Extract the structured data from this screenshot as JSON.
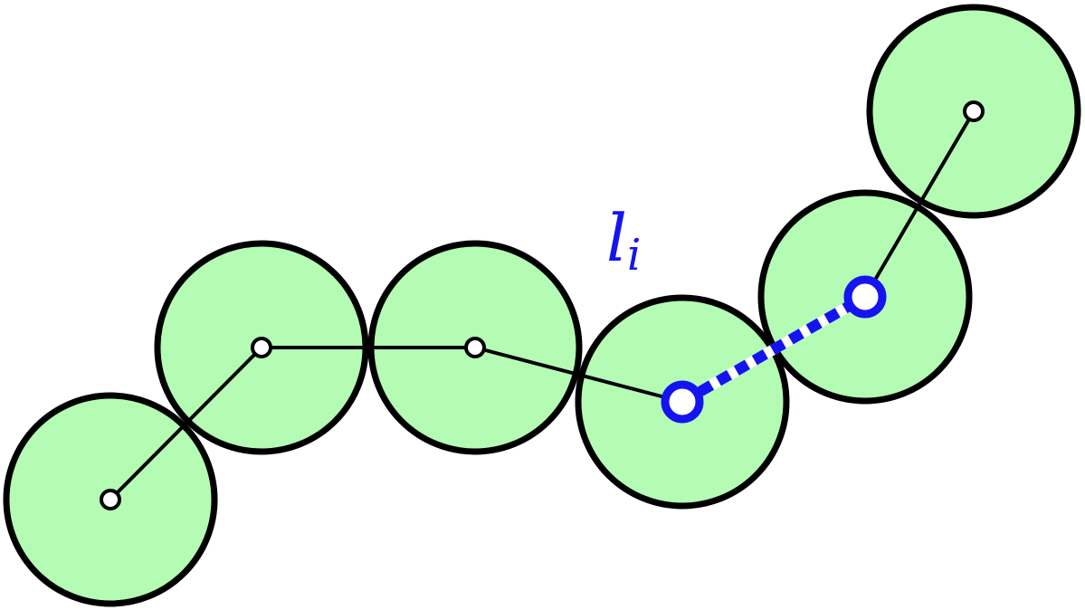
{
  "diagram": {
    "segment_label": {
      "base": "l",
      "subscript": "i"
    },
    "bead_count": 6,
    "highlighted_link": 4,
    "colors": {
      "bead_fill": "#b4fcb4",
      "outline": "#000000",
      "highlight": "#1414f0",
      "dash_gap": "#ffffff",
      "node_fill": "#ffffff"
    }
  }
}
